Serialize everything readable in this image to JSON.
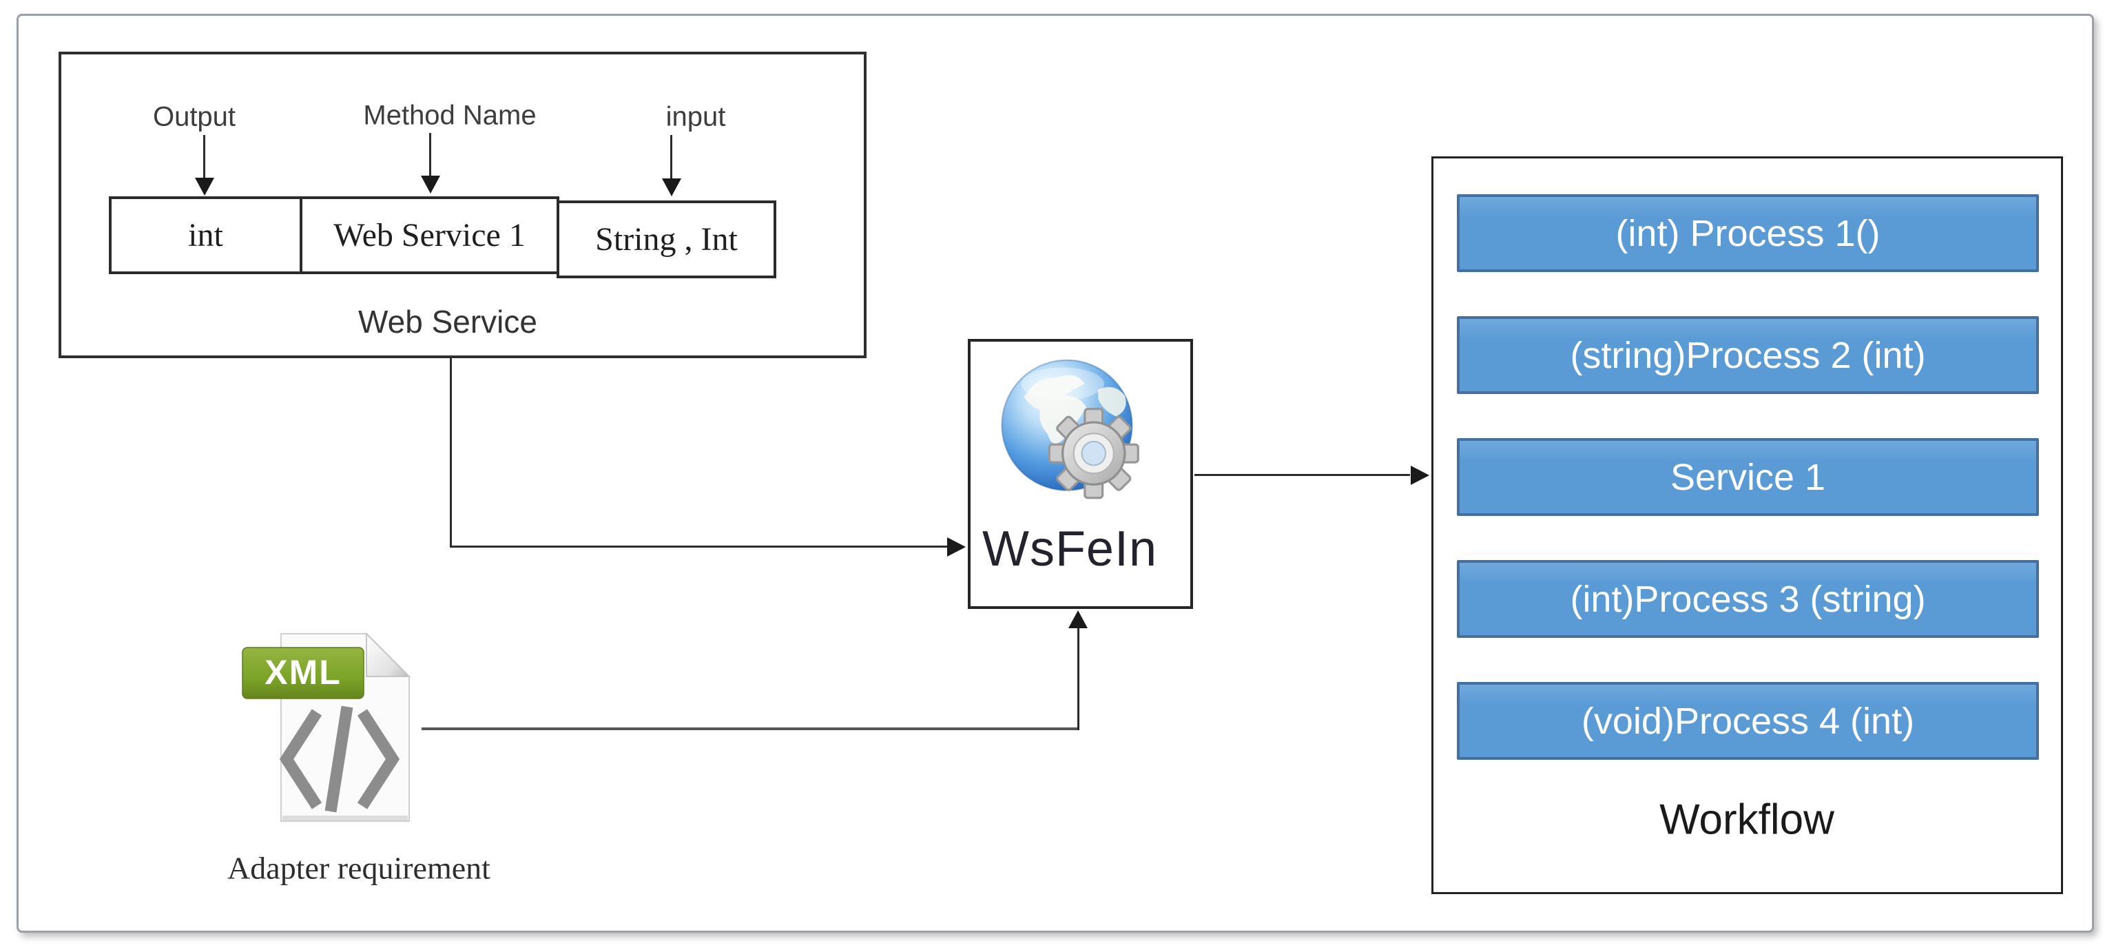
{
  "web_service_panel": {
    "caption": "Web Service",
    "column_labels": [
      {
        "label": "Output"
      },
      {
        "label": "Method Name"
      },
      {
        "label": "input"
      }
    ],
    "signature_cells": [
      {
        "value": "int"
      },
      {
        "value": "Web Service 1"
      },
      {
        "value": "String , Int"
      }
    ]
  },
  "adapter_file": {
    "badge": "XML",
    "caption": "Adapter requirement",
    "icon": "xml-file-icon"
  },
  "transformer": {
    "label": "WsFeIn",
    "icon": "globe-gear-icon"
  },
  "workflow_panel": {
    "caption": "Workflow",
    "activities": [
      {
        "label": "(int) Process 1()"
      },
      {
        "label": "(string)Process 2 (int)"
      },
      {
        "label": "Service 1"
      },
      {
        "label": "(int)Process 3 (string)"
      },
      {
        "label": "(void)Process 4 (int)"
      }
    ]
  },
  "colors": {
    "activity_fill": "#5b9bd5",
    "activity_border": "#4470a0",
    "xml_badge_green": "#7ba428",
    "connector": "#2b2b2b",
    "frame_border": "#9aa0a5"
  }
}
